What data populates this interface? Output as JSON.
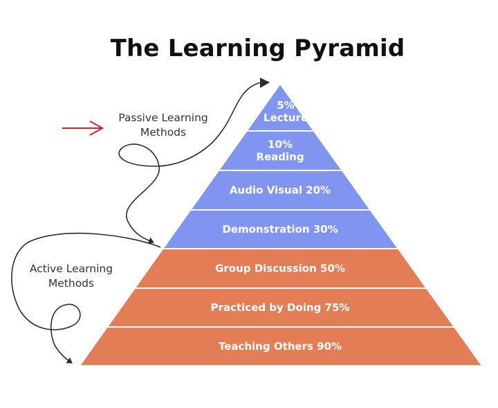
{
  "title": "The Learning Pyramid",
  "passive_label": [
    "Passive Learning",
    "Methods"
  ],
  "active_label": [
    "Active Learning",
    "Methods"
  ],
  "levels": [
    {
      "lines": [
        "5%",
        "Lecture"
      ],
      "group": "passive"
    },
    {
      "lines": [
        "10%",
        "Reading"
      ],
      "group": "passive"
    },
    {
      "lines": [
        "Audio Visual 20%"
      ],
      "group": "passive"
    },
    {
      "lines": [
        "Demonstration 30%"
      ],
      "group": "passive"
    },
    {
      "lines": [
        "Group Discussion 50%"
      ],
      "group": "active"
    },
    {
      "lines": [
        "Practiced by Doing 75%"
      ],
      "group": "active"
    },
    {
      "lines": [
        "Teaching Others 90%"
      ],
      "group": "active"
    }
  ],
  "colors": {
    "passive": "#7f95f0",
    "active": "#e27d55",
    "arrow_red": "#d0202a",
    "curve": "#2b2b2b",
    "separator": "#ffffff"
  },
  "icons": {
    "pointer": "red-arrow-icon"
  }
}
